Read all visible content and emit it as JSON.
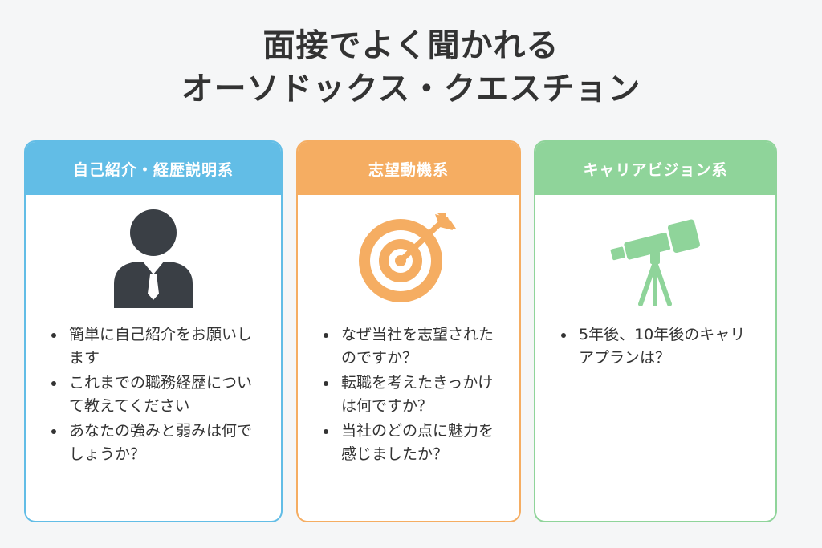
{
  "title": {
    "line1": "面接でよく聞かれる",
    "line2": "オーソドックス・クエスチョン"
  },
  "cards": [
    {
      "header": "自己紹介・経歴説明系",
      "color": "#62bde6",
      "icon": "person-icon",
      "bullets": [
        "簡単に自己紹介をお願いします",
        "これまでの職務経歴について教えてください",
        "あなたの強みと弱みは何でしょうか？"
      ]
    },
    {
      "header": "志望動機系",
      "color": "#f5ad62",
      "icon": "target-icon",
      "bullets": [
        "なぜ当社を志望されたのですか？",
        "転職を考えたきっかけは何ですか？",
        "当社のどの点に魅力を感じましたか？"
      ]
    },
    {
      "header": "キャリアビジョン系",
      "color": "#8fd49a",
      "icon": "telescope-icon",
      "bullets": [
        "5年後、10年後のキャリアプランは？"
      ]
    }
  ]
}
